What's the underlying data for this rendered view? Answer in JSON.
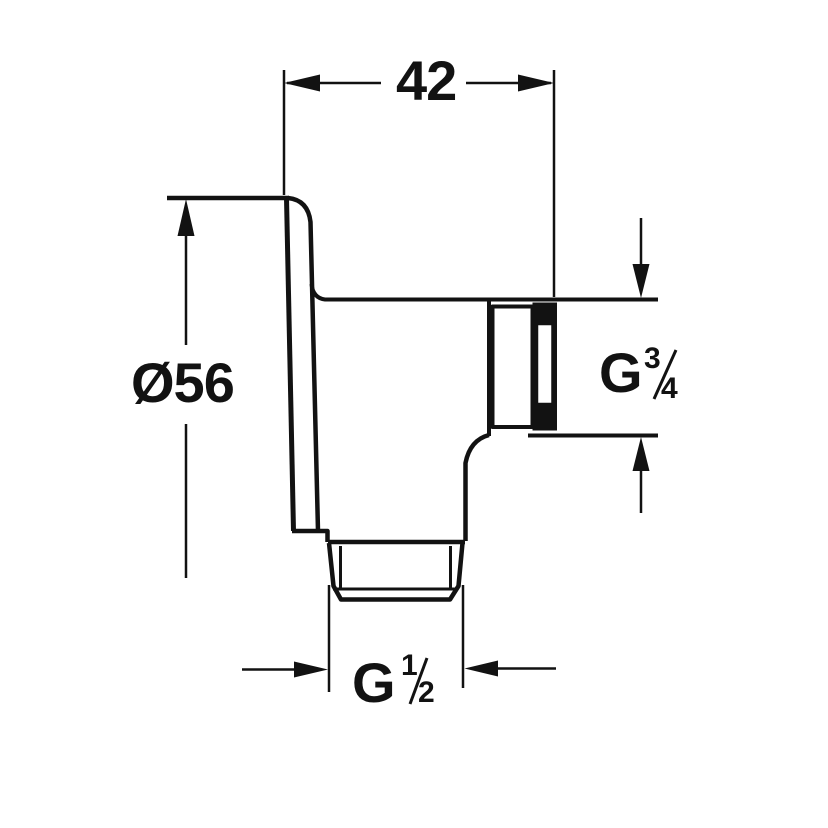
{
  "drawing": {
    "background": "#ffffff",
    "line_color": "#121212",
    "labels": {
      "width": "42",
      "flange_diameter": "Ø56",
      "outlet_thread": {
        "letter": "G",
        "numerator": "3",
        "denominator": "4"
      },
      "inlet_thread": {
        "letter": "G",
        "numerator": "1",
        "denominator": "2"
      }
    }
  }
}
